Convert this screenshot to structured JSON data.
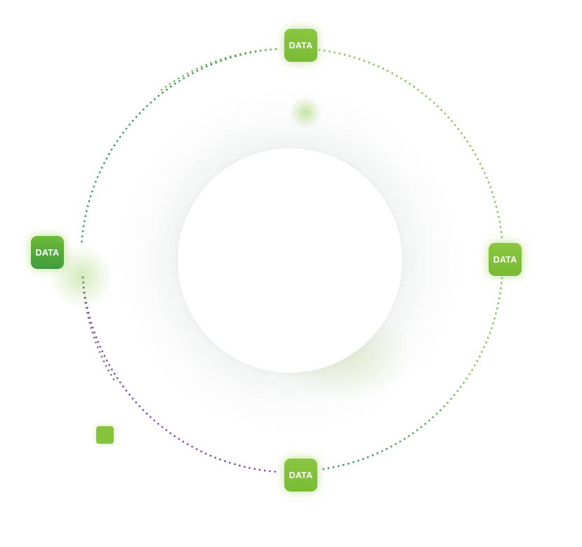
{
  "diagram": {
    "nodes": [
      {
        "id": "top",
        "label": "DATA"
      },
      {
        "id": "right",
        "label": "DATA"
      },
      {
        "id": "bottom",
        "label": "DATA"
      },
      {
        "id": "left",
        "label": "DATA"
      }
    ]
  },
  "colors": {
    "node_green": "#8cc63f",
    "node_green_dark": "#3f9c3e",
    "ring_green": "#7dc043",
    "ring_teal": "#22806a",
    "ring_purple": "#7b3fa0",
    "ring_gray": "#777777"
  }
}
